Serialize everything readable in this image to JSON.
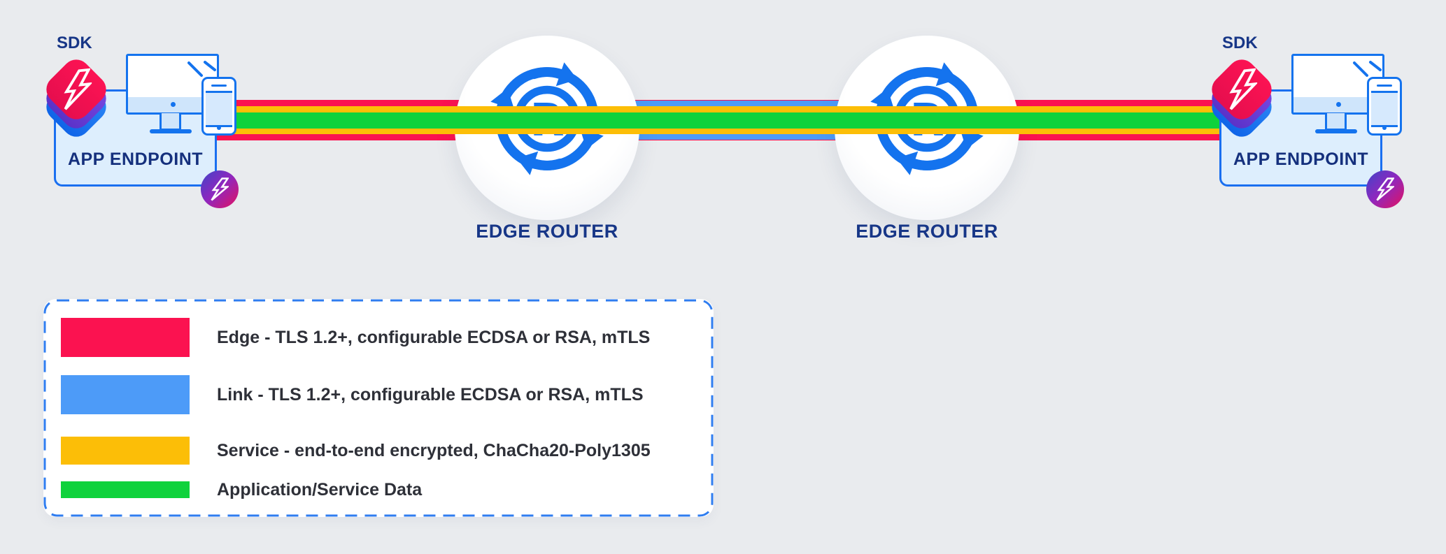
{
  "endpoints": {
    "left": {
      "sdk_label": "SDK",
      "label": "APP ENDPOINT"
    },
    "right": {
      "sdk_label": "SDK",
      "label": "APP ENDPOINT"
    }
  },
  "routers": [
    {
      "label": "EDGE ROUTER",
      "icon_letter": "R"
    },
    {
      "label": "EDGE ROUTER",
      "icon_letter": "R"
    }
  ],
  "legend": {
    "items": [
      {
        "id": "edge",
        "color": "#FB1250",
        "label": "Edge - TLS 1.2+, configurable ECDSA or RSA, mTLS"
      },
      {
        "id": "link",
        "color": "#4D9BF8",
        "label": "Link - TLS 1.2+, configurable ECDSA or RSA, mTLS"
      },
      {
        "id": "service",
        "color": "#FCBE07",
        "label": "Service - end-to-end encrypted, ChaCha20-Poly1305"
      },
      {
        "id": "data",
        "color": "#0FD23C",
        "label": "Application/Service Data"
      }
    ]
  },
  "icons": {
    "sdk_stack": "layered-app-tiles-icon",
    "bolt": "ziti-lightning-bolt-icon",
    "router": "circular-routing-arrows-icon",
    "monitor": "desktop-monitor-icon",
    "phone": "smartphone-icon",
    "badge": "ziti-bolt-badge-icon"
  },
  "colors": {
    "background": "#E9EBEE",
    "edge_red": "#FB1250",
    "link_blue": "#4D9BF8",
    "service_yellow": "#FCBE07",
    "data_green": "#0FD23C",
    "outline_blue": "#1473EE",
    "navy_text": "#15307D",
    "legend_text": "#2E3038",
    "box_fill": "#DDEEFD",
    "tile_purple": "#6B3ED9",
    "badge_gradient": [
      "#3F45C9",
      "#8F27BE",
      "#E31260"
    ]
  }
}
